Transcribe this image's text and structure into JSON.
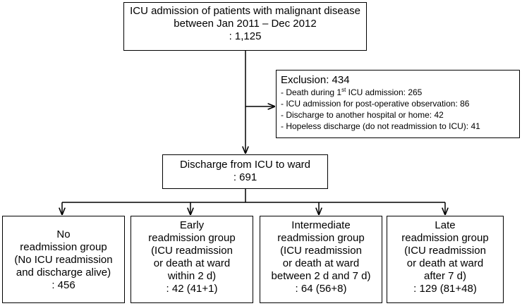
{
  "top_box": {
    "line1": "ICU admission of patients with malignant disease",
    "line2": "between Jan 2011 – Dec 2012",
    "line3": ": 1,125"
  },
  "exclusion": {
    "title": "Exclusion: 434",
    "items": [
      {
        "pre": "- Death during 1",
        "sup": "st",
        "post": " ICU admission: 265"
      },
      {
        "text": "- ICU admission for post-operative observation: 86"
      },
      {
        "text": "- Discharge to another hospital or home: 42"
      },
      {
        "text": "- Hopeless discharge (do not readmission to ICU): 41"
      }
    ]
  },
  "discharge_box": {
    "line1": "Discharge from ICU to ward",
    "line2": ": 691"
  },
  "groups": [
    {
      "lines": [
        "No",
        "readmission group",
        "(No ICU readmission",
        "and discharge alive)",
        ": 456"
      ]
    },
    {
      "lines": [
        "Early",
        "readmission group",
        "(ICU readmission",
        "or death at ward",
        "within 2 d)",
        ": 42 (41+1)"
      ]
    },
    {
      "lines": [
        "Intermediate",
        "readmission group",
        "(ICU readmission",
        "or death at ward",
        "between 2 d and 7 d)",
        ": 64 (56+8)"
      ]
    },
    {
      "lines": [
        "Late",
        "readmission group",
        "(ICU readmission",
        "or death at ward",
        "after 7 d)",
        ": 129 (81+48)"
      ]
    }
  ]
}
